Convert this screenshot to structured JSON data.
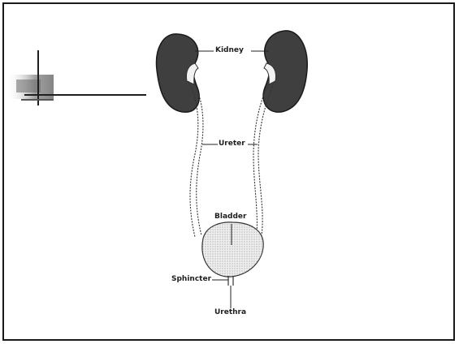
{
  "colors": {
    "kidney": "#3f3f3f",
    "kidney_outline": "#1a1a1a",
    "bladder": "#e6e6e6",
    "line": "#222222",
    "frame": "#1a1a1a"
  },
  "decoration": {
    "icon": "crosshair-bullet-icon"
  },
  "labels": {
    "kidney": "Kidney",
    "ureter": "Ureter",
    "bladder": "Bladder",
    "sphincter": "Sphincter",
    "urethra": "Urethra"
  }
}
